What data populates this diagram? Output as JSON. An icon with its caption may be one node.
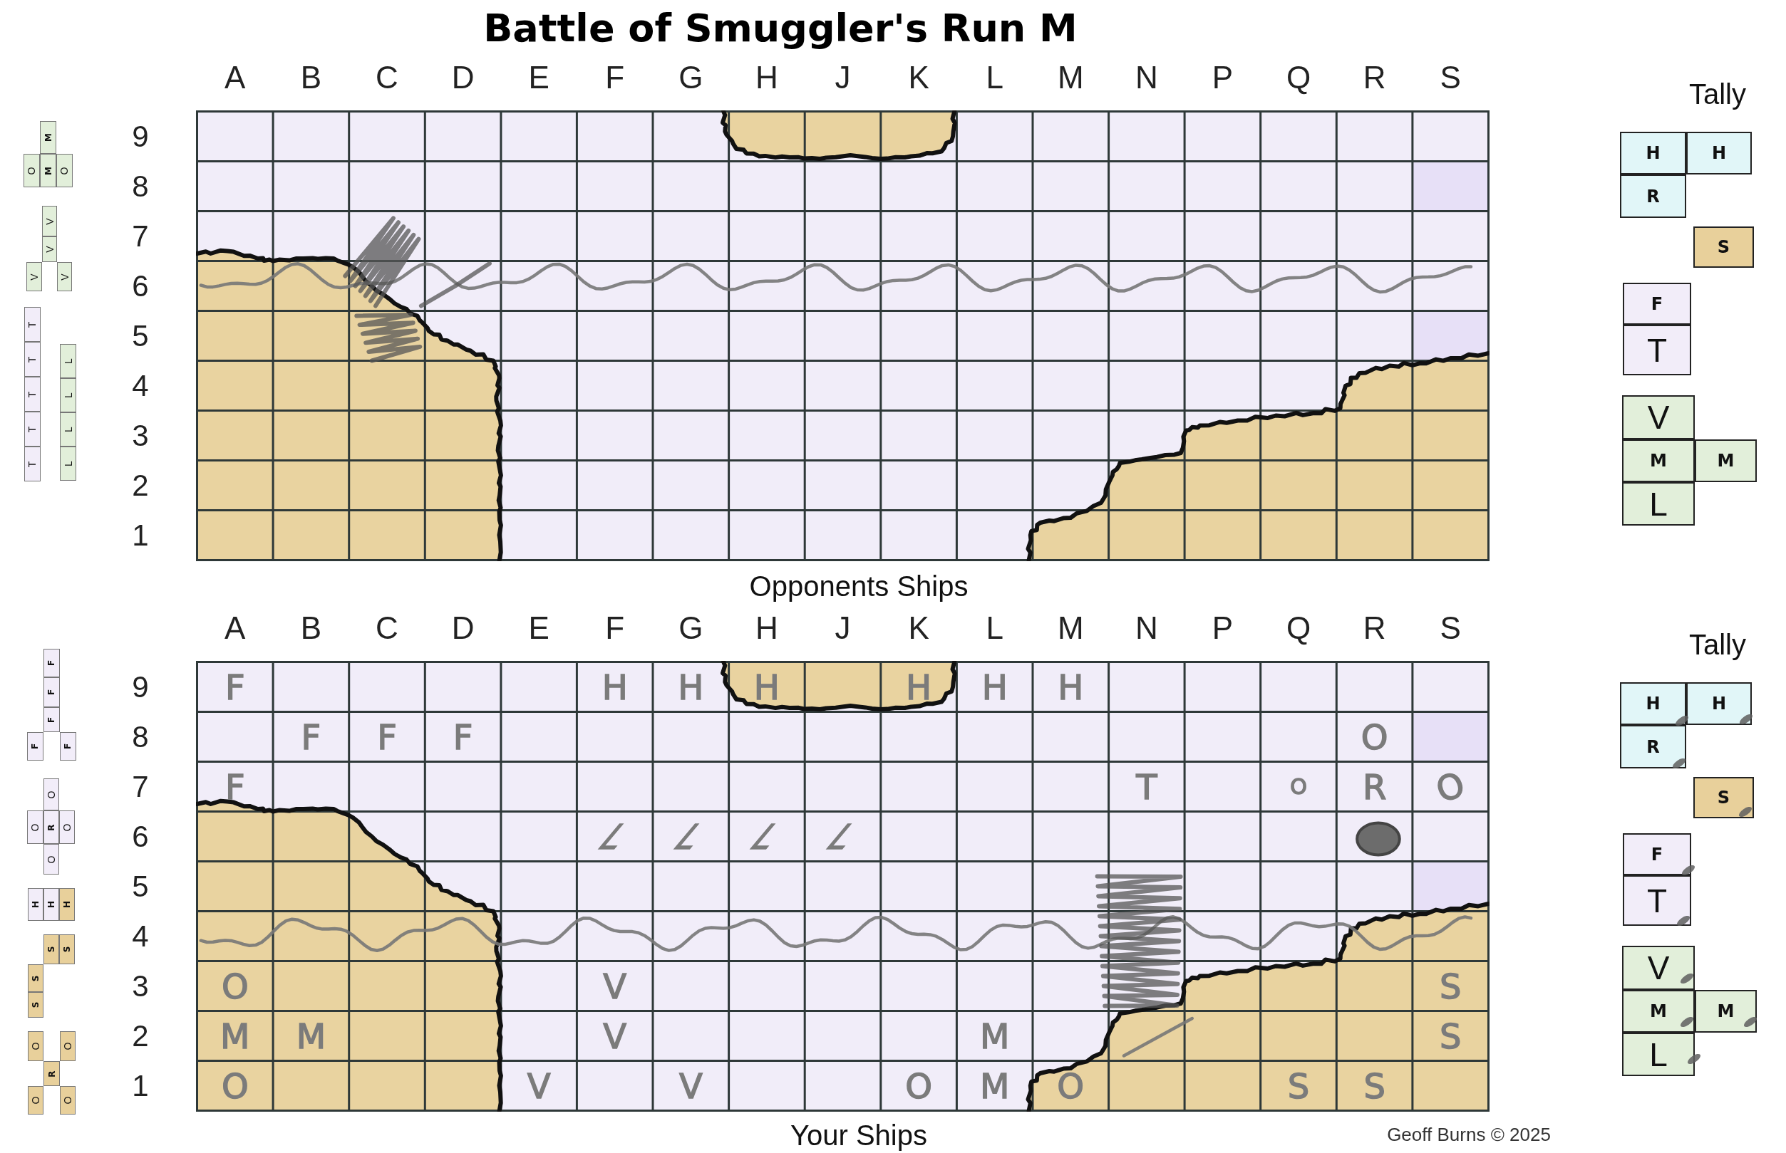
{
  "diagram": {
    "title": "Battle of Smuggler's Run M",
    "nodes": [
      {
        "text": [
          "M"
        ]
      },
      {
        "text": [
          "O"
        ]
      },
      {
        "text": [
          "M"
        ]
      },
      {
        "text": [
          "O"
        ]
      },
      {
        "text": [
          "V"
        ]
      },
      {
        "text": [
          "V"
        ]
      },
      {
        "text": [
          "V"
        ]
      },
      {
        "text": [
          "V"
        ]
      },
      {
        "text": [
          "T"
        ]
      },
      {
        "text": [
          "T"
        ]
      },
      {
        "text": [
          "T"
        ]
      },
      {
        "text": [
          "T"
        ]
      },
      {
        "text": [
          "T"
        ]
      },
      {
        "text": [
          "L"
        ]
      },
      {
        "text": [
          "L"
        ]
      },
      {
        "text": [
          "L"
        ]
      },
      {
        "text": [
          "L"
        ]
      },
      {
        "text": [
          "H"
        ]
      },
      {
        "text": [
          "H"
        ]
      },
      {
        "text": [
          "R"
        ]
      },
      {
        "text": [
          "S"
        ]
      },
      {
        "text": [
          "F"
        ]
      },
      {
        "text": [
          "T"
        ]
      },
      {
        "text": [
          "V"
        ]
      },
      {
        "text": [
          "M"
        ]
      },
      {
        "text": [
          "M"
        ]
      },
      {
        "text": [
          "L"
        ]
      },
      {
        "text": [
          "F"
        ]
      },
      {
        "text": [
          "F"
        ]
      },
      {
        "text": [
          "F"
        ]
      },
      {
        "text": [
          "F"
        ]
      },
      {
        "text": [
          "F"
        ]
      },
      {
        "text": [
          "O"
        ]
      },
      {
        "text": [
          "O"
        ]
      },
      {
        "text": [
          "R"
        ]
      },
      {
        "text": [
          "O"
        ]
      },
      {
        "text": [
          "O"
        ]
      },
      {
        "text": [
          "H"
        ]
      },
      {
        "text": [
          "H"
        ]
      },
      {
        "text": [
          "H"
        ]
      },
      {
        "text": [
          "S"
        ]
      },
      {
        "text": [
          "S"
        ]
      },
      {
        "text": [
          "S"
        ]
      },
      {
        "text": [
          "S"
        ]
      },
      {
        "text": [
          "O"
        ]
      },
      {
        "text": [
          "O"
        ]
      },
      {
        "text": [
          "R"
        ]
      },
      {
        "text": [
          "O"
        ]
      },
      {
        "text": [
          "O"
        ]
      },
      {
        "text": [
          "H"
        ]
      },
      {
        "text": [
          "H"
        ]
      },
      {
        "text": [
          "R"
        ]
      },
      {
        "text": [
          "S"
        ]
      },
      {
        "text": [
          "F"
        ]
      },
      {
        "text": [
          "T"
        ]
      },
      {
        "text": [
          "V"
        ]
      },
      {
        "text": [
          "M"
        ]
      },
      {
        "text": [
          "M"
        ]
      },
      {
        "text": [
          "L"
        ]
      }
    ],
    "labels": [
      "A",
      "B",
      "C",
      "D",
      "E",
      "F",
      "G",
      "H",
      "J",
      "K",
      "L",
      "M",
      "N",
      "P",
      "Q",
      "R",
      "S",
      "Tally",
      "9",
      "8",
      "7",
      "6",
      "5",
      "4",
      "3",
      "2",
      "1",
      "Opponents Ships",
      "A",
      "B",
      "C",
      "D",
      "E",
      "F",
      "G",
      "H",
      "J",
      "K",
      "L",
      "M",
      "N",
      "P",
      "Q",
      "R",
      "S",
      "Tally",
      "9",
      "F",
      "H",
      "H",
      "H",
      "H",
      "H",
      "H",
      "8",
      "F",
      "F",
      "F",
      "O",
      "7",
      "F",
      "T",
      "O",
      "R",
      "O",
      "6",
      "L",
      "L",
      "L",
      "L",
      "5",
      "4",
      "3",
      "O",
      "V",
      "S",
      "2",
      "M",
      "M",
      "V",
      "M",
      "S",
      "1",
      "O",
      "V",
      "V",
      "O",
      "M",
      "O",
      "S",
      "S",
      "Your Ships",
      "Geoff Burns © 2025"
    ]
  }
}
